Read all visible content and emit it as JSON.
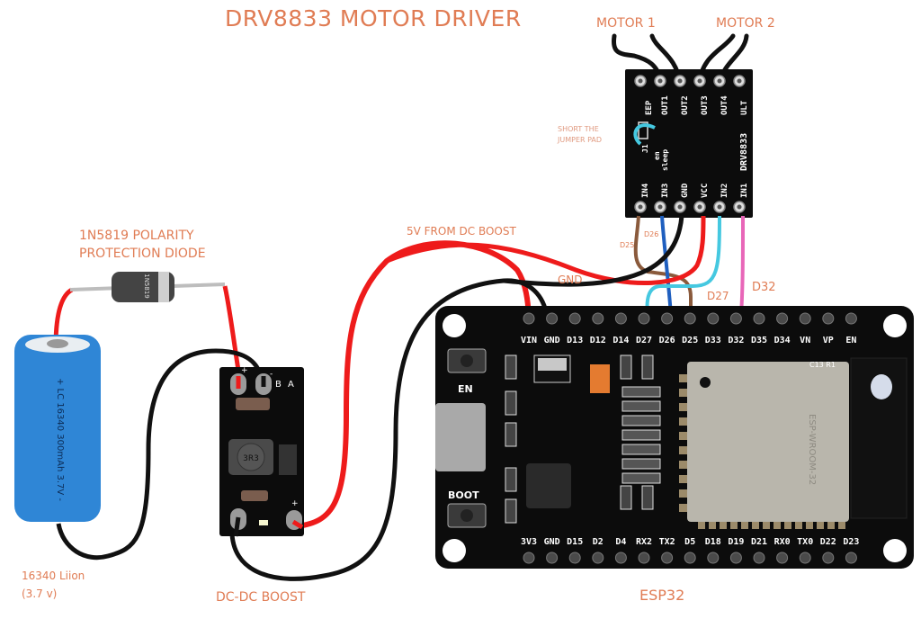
{
  "title": "DRV8833 MOTOR DRIVER",
  "labels": {
    "motor1": "MOTOR 1",
    "motor2": "MOTOR 2",
    "jumper_line1": "SHORT THE",
    "jumper_line2": "JUMPER PAD",
    "diode_line1": "1N5819 POLARITY",
    "diode_line2": "PROTECTION DIODE",
    "five_v": "5V FROM DC BOOST",
    "gnd": "GND",
    "d25": "D25",
    "d26": "D26",
    "d27": "D27",
    "d32": "D32",
    "battery_line1": "16340 Liion",
    "battery_line2": "(3.7 v)",
    "boost": "DC-DC BOOST",
    "esp32": "ESP32"
  },
  "drv8833": {
    "top_pins": [
      "EEP",
      "OUT1",
      "OUT2",
      "OUT3",
      "OUT4",
      "ULT"
    ],
    "bottom_pins": [
      "IN4",
      "IN3",
      "GND",
      "VCC",
      "IN2",
      "IN1"
    ],
    "silk": [
      "J1",
      "en",
      "sleep",
      "DRV8833"
    ]
  },
  "battery": {
    "marking": "+ LC 16340  300mAh 3.7V -"
  },
  "diode": {
    "marking": "1N5819"
  },
  "boost_board": {
    "markings": [
      "+",
      "-",
      "A",
      "B",
      "3R3",
      "+"
    ]
  },
  "esp32_board": {
    "top_pins": [
      "VIN",
      "GND",
      "D13",
      "D12",
      "D14",
      "D27",
      "D26",
      "D25",
      "D33",
      "D32",
      "D35",
      "D34",
      "VN",
      "VP",
      "EN"
    ],
    "bottom_pins": [
      "3V3",
      "GND",
      "D15",
      "D2",
      "D4",
      "RX2",
      "TX2",
      "D5",
      "D18",
      "D19",
      "D21",
      "RX0",
      "TX0",
      "D22",
      "D23"
    ],
    "buttons": [
      "EN",
      "BOOT"
    ],
    "module_text": "ESP-WROOM-32",
    "module_small": "C13 R1"
  },
  "wire_colors": {
    "power": "#ee1b1b",
    "ground": "#111111",
    "d25": "#8a5a3c",
    "d26": "#1f5fbf",
    "d27": "#45c8e0",
    "d32": "#e866b8",
    "label": "#e07c54"
  }
}
